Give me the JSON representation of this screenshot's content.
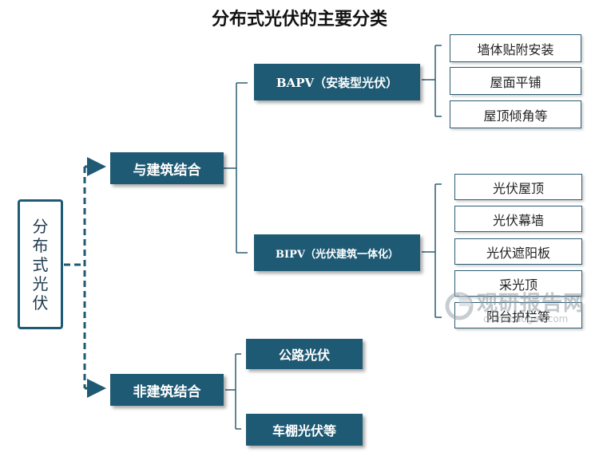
{
  "title": "分布式光伏的主要分类",
  "root": {
    "chars": [
      "分",
      "布",
      "式",
      "光",
      "伏"
    ]
  },
  "branches": {
    "building": {
      "label": "与建筑结合",
      "bapv": {
        "label": "BAPV（安装型光伏）",
        "items": [
          "墙体贴附安装",
          "屋面平铺",
          "屋顶倾角等"
        ]
      },
      "bipv": {
        "label": "BIPV（光伏建筑一体化）",
        "items": [
          "光伏屋顶",
          "光伏幕墙",
          "光伏遮阳板",
          "采光顶",
          "阳台护栏等"
        ]
      }
    },
    "nonbuilding": {
      "label": "非建筑结合",
      "items": [
        "公路光伏",
        "车棚光伏等"
      ]
    }
  },
  "watermark": {
    "cn": "观研报告网",
    "url": "chinabaogao.com"
  },
  "colors": {
    "dark": "#1f5a74",
    "line": "#2c5d74"
  }
}
